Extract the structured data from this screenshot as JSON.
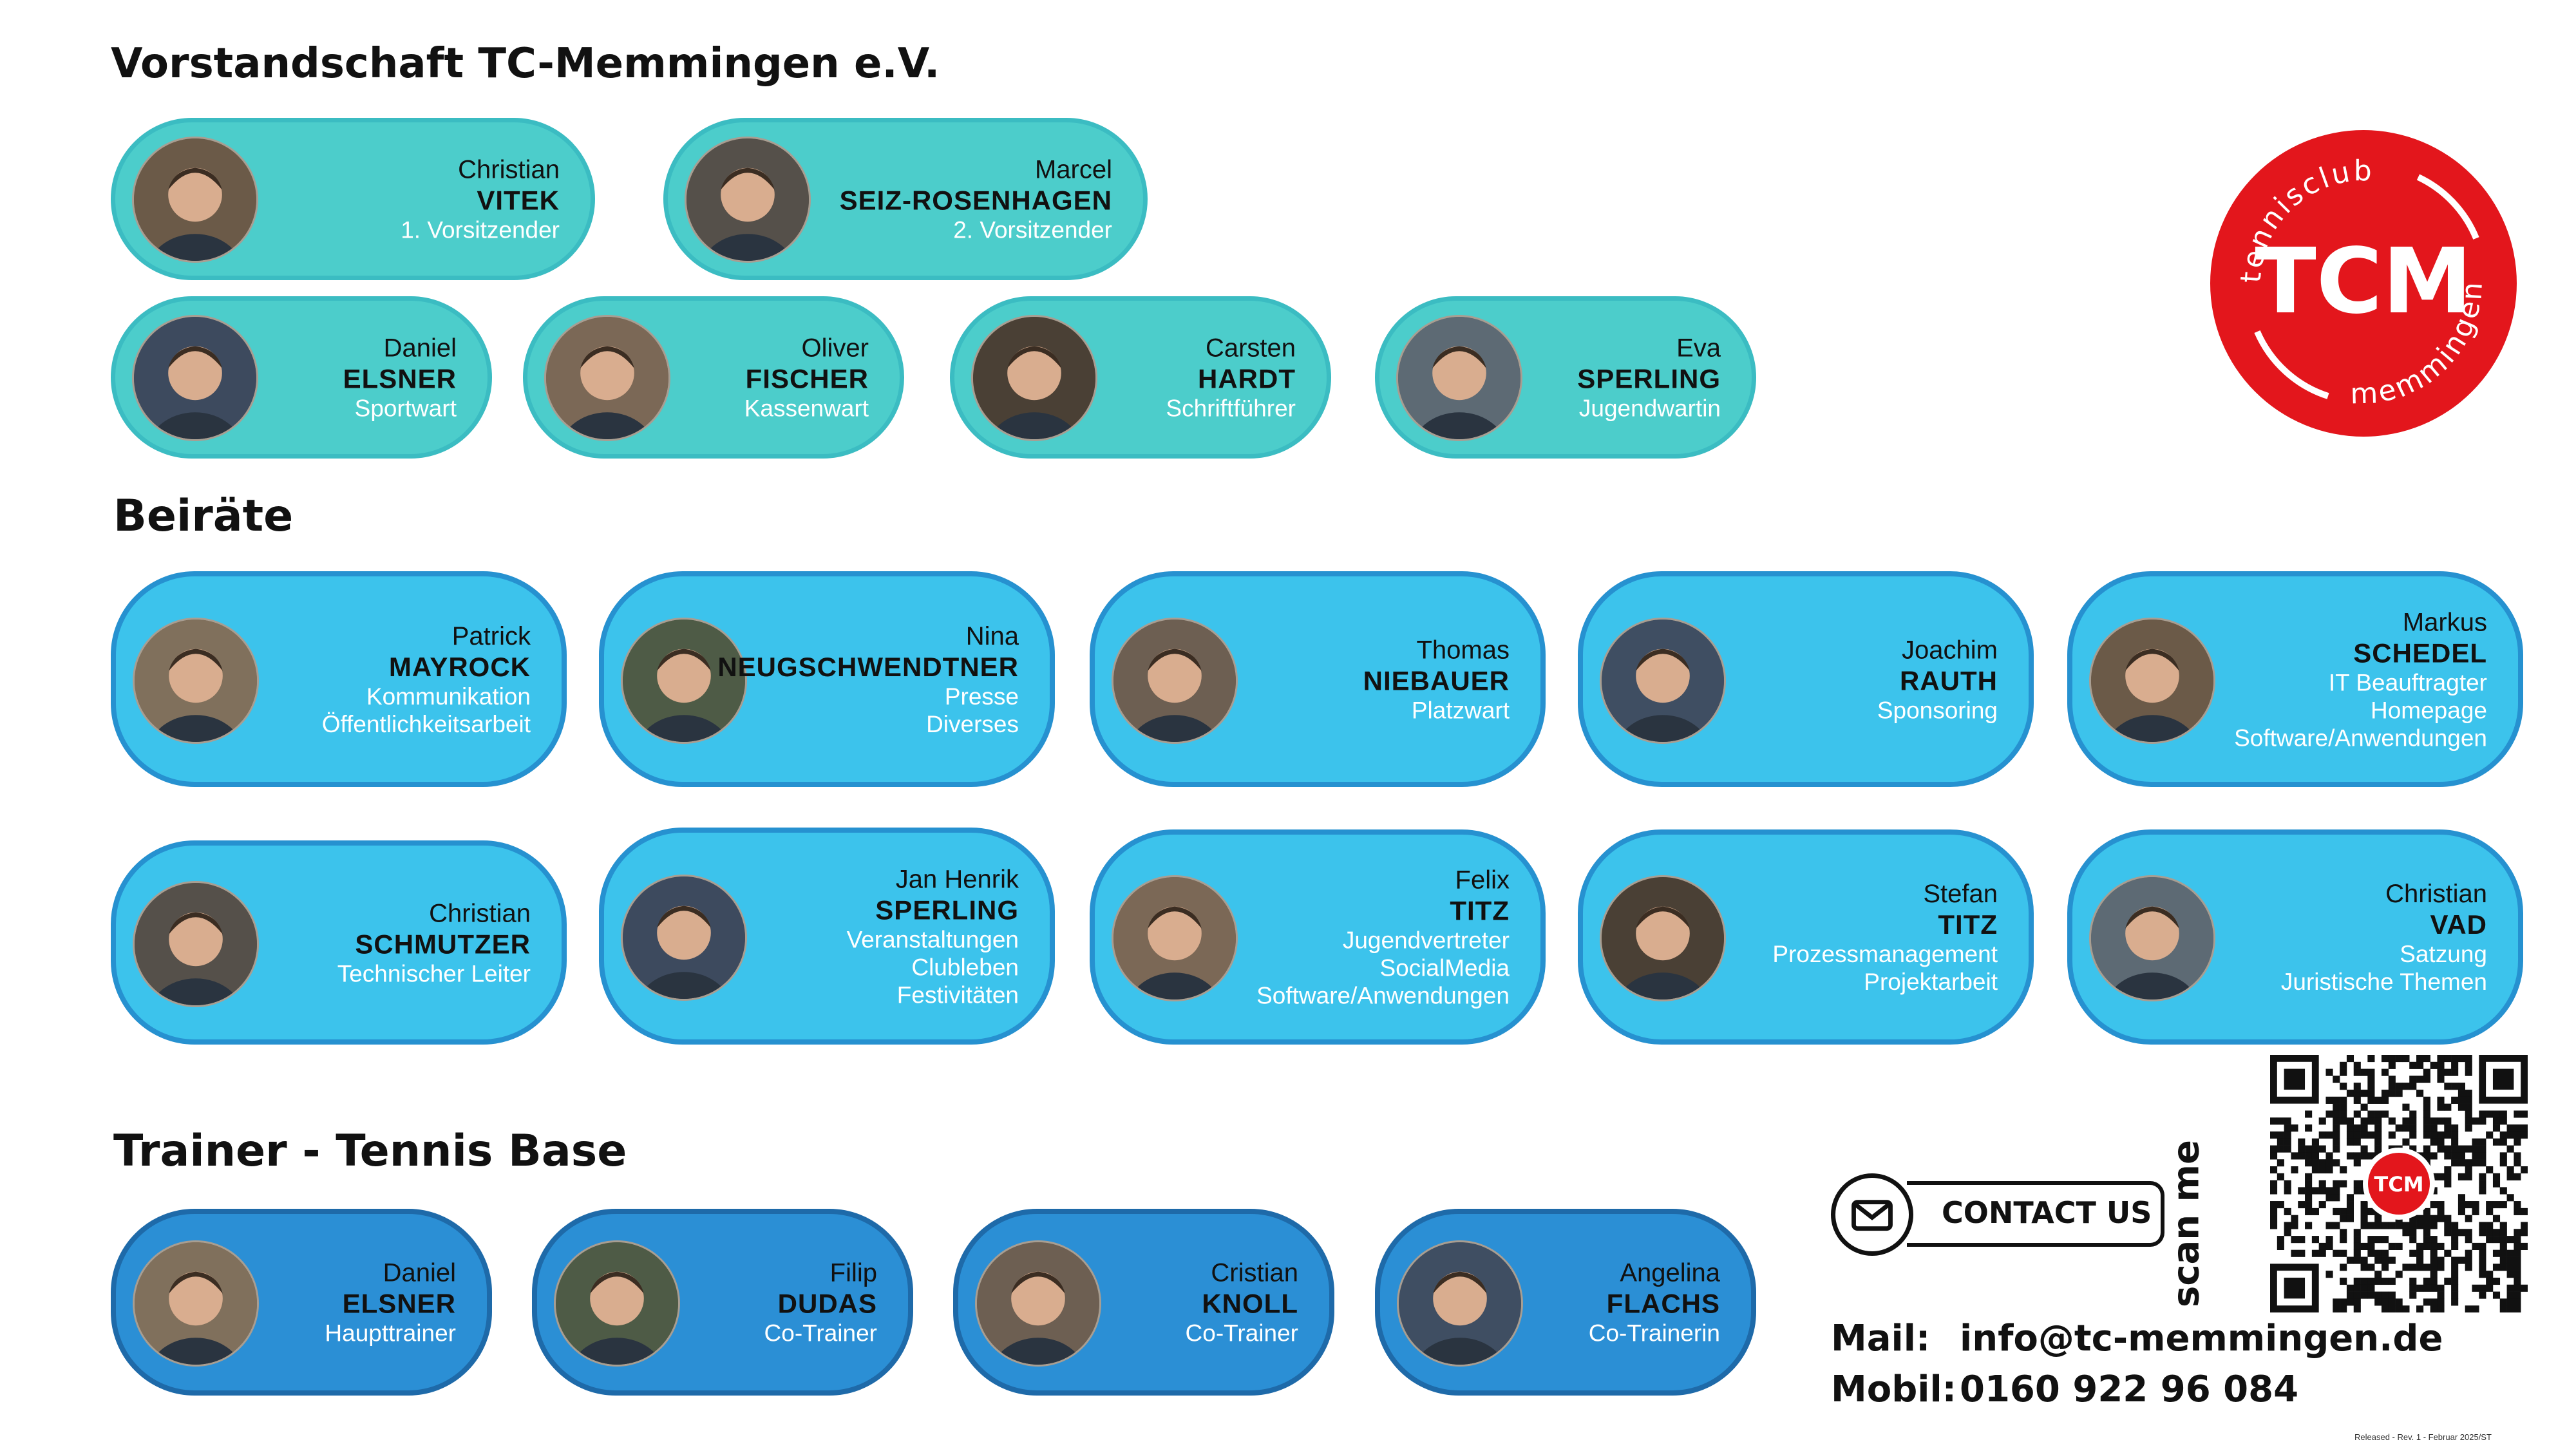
{
  "sections": {
    "board": "Vorstandschaft TC-Memmingen e.V.",
    "advisors": "Beiräte",
    "trainers": "Trainer - Tennis Base"
  },
  "board": [
    {
      "first": "Christian",
      "last": "VITEK",
      "roles": [
        "1. Vorsitzender"
      ]
    },
    {
      "first": "Marcel",
      "last": "SEIZ-ROSENHAGEN",
      "roles": [
        "2. Vorsitzender"
      ]
    },
    {
      "first": "Daniel",
      "last": "ELSNER",
      "roles": [
        "Sportwart"
      ]
    },
    {
      "first": "Oliver",
      "last": "FISCHER",
      "roles": [
        "Kassenwart"
      ]
    },
    {
      "first": "Carsten",
      "last": "HARDT",
      "roles": [
        "Schriftführer"
      ]
    },
    {
      "first": "Eva",
      "last": "SPERLING",
      "roles": [
        "Jugendwartin"
      ]
    }
  ],
  "advisors": [
    {
      "first": "Patrick",
      "last": "MAYROCK",
      "roles": [
        "Kommunikation",
        "Öffentlichkeitsarbeit"
      ]
    },
    {
      "first": "Nina",
      "last": "NEUGSCHWENDTNER",
      "roles": [
        "Presse",
        "Diverses"
      ]
    },
    {
      "first": "Thomas",
      "last": "NIEBAUER",
      "roles": [
        "Platzwart"
      ]
    },
    {
      "first": "Joachim",
      "last": "RAUTH",
      "roles": [
        "Sponsoring"
      ]
    },
    {
      "first": "Markus",
      "last": "SCHEDEL",
      "roles": [
        "IT Beauftragter",
        "Homepage",
        "Software/Anwendungen"
      ]
    },
    {
      "first": "Christian",
      "last": "SCHMUTZER",
      "roles": [
        "Technischer Leiter"
      ]
    },
    {
      "first": "Jan Henrik",
      "last": "SPERLING",
      "roles": [
        "Veranstaltungen",
        "Clubleben",
        "Festivitäten"
      ]
    },
    {
      "first": "Felix",
      "last": "TITZ",
      "roles": [
        "Jugendvertreter",
        "SocialMedia",
        "Software/Anwendungen"
      ]
    },
    {
      "first": "Stefan",
      "last": "TITZ",
      "roles": [
        "Prozessmanagement",
        "Projektarbeit"
      ]
    },
    {
      "first": "Christian",
      "last": "VAD",
      "roles": [
        "Satzung",
        "Juristische Themen"
      ]
    }
  ],
  "trainers": [
    {
      "first": "Daniel",
      "last": "ELSNER",
      "roles": [
        "Haupttrainer"
      ]
    },
    {
      "first": "Filip",
      "last": "DUDAS",
      "roles": [
        "Co-Trainer"
      ]
    },
    {
      "first": "Cristian",
      "last": "KNOLL",
      "roles": [
        "Co-Trainer"
      ]
    },
    {
      "first": "Angelina",
      "last": "FLACHS",
      "roles": [
        "Co-Trainerin"
      ]
    }
  ],
  "logo": {
    "top_text": "tennisclub",
    "center_text": "TCM",
    "bottom_text": "memmingen e.v.",
    "color": "#e3161c"
  },
  "contact": {
    "button_label": "CONTACT US",
    "mail_label": "Mail:",
    "mail_value": "info@tc-memmingen.de",
    "phone_label": "Mobil:",
    "phone_value": "0160 922 96 084",
    "mail_icon": "envelope-icon"
  },
  "qr": {
    "label": "scan me",
    "center_text": "TCM"
  },
  "footer_note": "Released - Rev. 1 - Februar 2025/ST",
  "colors": {
    "board": "#4ccdcb",
    "advisors": "#3cc3ec",
    "trainers": "#2b8fd5",
    "accent_red": "#e3161c"
  }
}
